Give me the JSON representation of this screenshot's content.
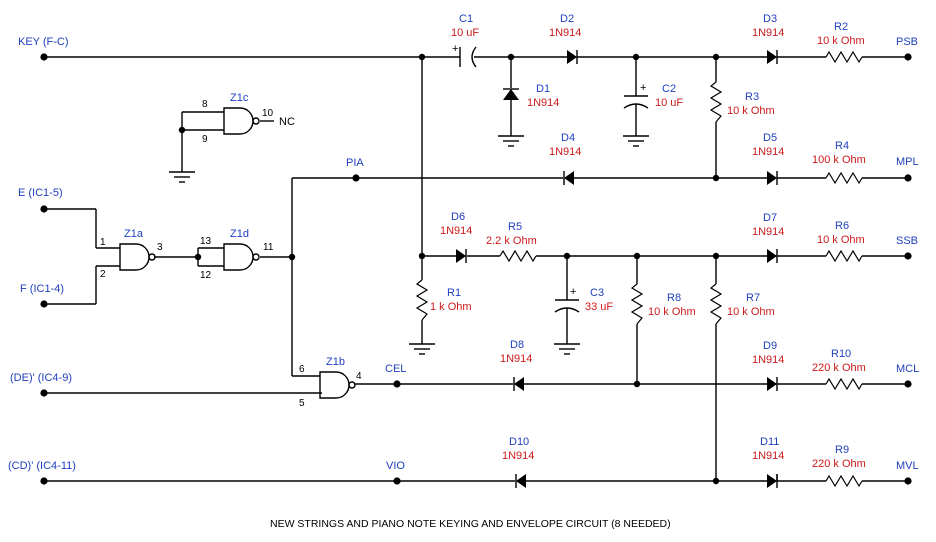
{
  "caption": "NEW STRINGS AND PIANO NOTE KEYING AND ENVELOPE CIRCUIT (8 NEEDED)",
  "inputs": {
    "key": "KEY (F-C)",
    "e": "E (IC1-5)",
    "f": "F (IC1-4)",
    "de": "(DE)' (IC4-9)",
    "cd": "(CD)' (IC4-11)"
  },
  "outputs": {
    "psb": "PSB",
    "mpl": "MPL",
    "ssb": "SSB",
    "mcl": "MCL",
    "mvl": "MVL"
  },
  "nets": {
    "pia": "PIA",
    "cel": "CEL",
    "vio": "VIO",
    "nc": "NC"
  },
  "gates": {
    "z1a": {
      "name": "Z1a",
      "pins": [
        "1",
        "2",
        "3"
      ]
    },
    "z1b": {
      "name": "Z1b",
      "pins": [
        "6",
        "5",
        "4"
      ]
    },
    "z1c": {
      "name": "Z1c",
      "pins": [
        "8",
        "9",
        "10"
      ]
    },
    "z1d": {
      "name": "Z1d",
      "pins": [
        "13",
        "12",
        "11"
      ]
    }
  },
  "components": {
    "c1": {
      "ref": "C1",
      "value": "10 uF"
    },
    "c2": {
      "ref": "C2",
      "value": "10 uF"
    },
    "c3": {
      "ref": "C3",
      "value": "33 uF"
    },
    "d1": {
      "ref": "D1",
      "value": "1N914"
    },
    "d2": {
      "ref": "D2",
      "value": "1N914"
    },
    "d3": {
      "ref": "D3",
      "value": "1N914"
    },
    "d4": {
      "ref": "D4",
      "value": "1N914"
    },
    "d5": {
      "ref": "D5",
      "value": "1N914"
    },
    "d6": {
      "ref": "D6",
      "value": "1N914"
    },
    "d7": {
      "ref": "D7",
      "value": "1N914"
    },
    "d8": {
      "ref": "D8",
      "value": "1N914"
    },
    "d9": {
      "ref": "D9",
      "value": "1N914"
    },
    "d10": {
      "ref": "D10",
      "value": "1N914"
    },
    "d11": {
      "ref": "D11",
      "value": "1N914"
    },
    "r1": {
      "ref": "R1",
      "value": "1 k Ohm"
    },
    "r2": {
      "ref": "R2",
      "value": "10 k Ohm"
    },
    "r3": {
      "ref": "R3",
      "value": "10 k Ohm"
    },
    "r4": {
      "ref": "R4",
      "value": "100 k Ohm"
    },
    "r5": {
      "ref": "R5",
      "value": "2.2 k Ohm"
    },
    "r6": {
      "ref": "R6",
      "value": "10 k Ohm"
    },
    "r7": {
      "ref": "R7",
      "value": "10 k Ohm"
    },
    "r8": {
      "ref": "R8",
      "value": "10 k Ohm"
    },
    "r9": {
      "ref": "R9",
      "value": "220 k Ohm"
    },
    "r10": {
      "ref": "R10",
      "value": "220 k Ohm"
    }
  },
  "polarity_mark": "+",
  "colors": {
    "ref": "#1f3fbf",
    "value": "#cc1a1a",
    "wire": "#000000"
  }
}
